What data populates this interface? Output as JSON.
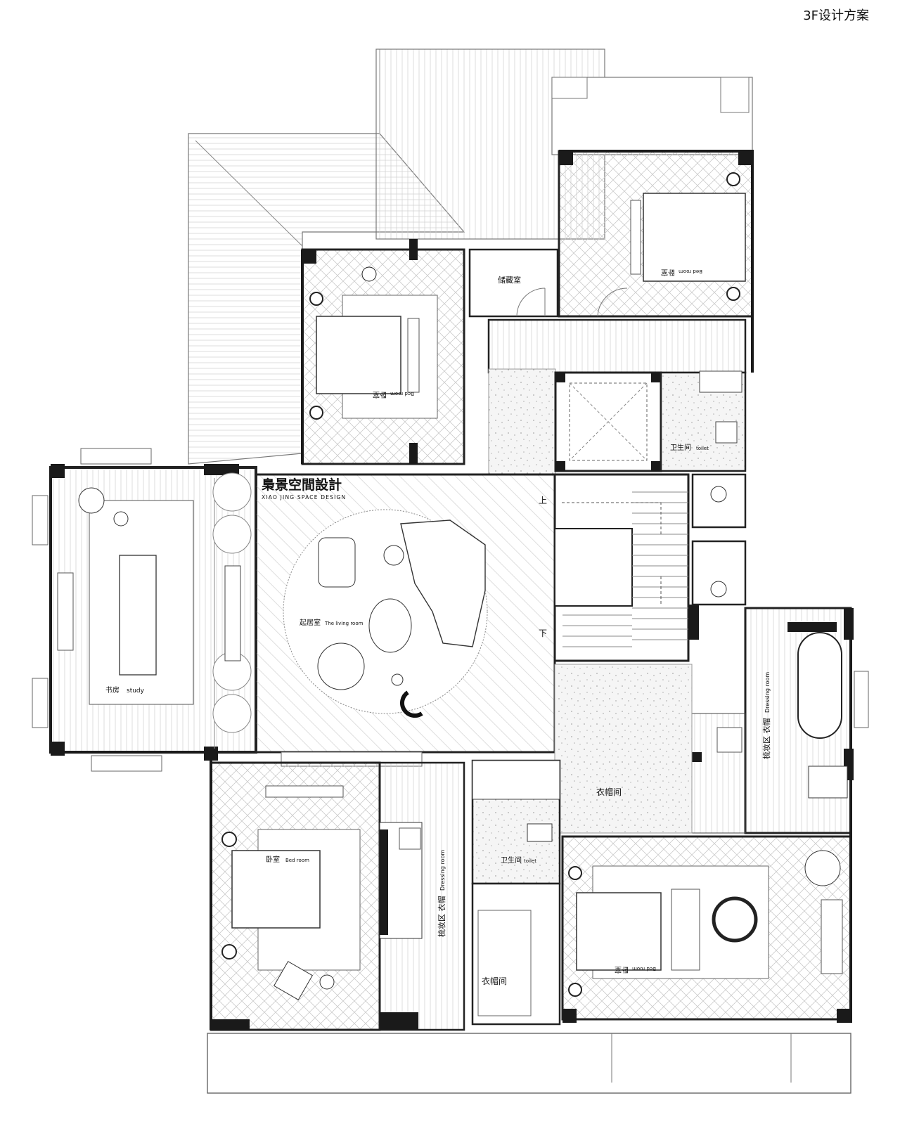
{
  "title": "3F设计方案",
  "brand": {
    "name_cn": "梟景空間設計",
    "name_en": "XIAO JING SPACE DESIGN"
  },
  "rooms": {
    "storage": "储藏室",
    "bedroom_nw": {
      "cn": "卧室",
      "en": "Bed room"
    },
    "bedroom_ne": {
      "cn": "卧室",
      "en": "Bed room"
    },
    "toilet_ne": {
      "cn": "卫生间",
      "en": "toilet"
    },
    "study": {
      "cn": "书房",
      "en": "study"
    },
    "living": {
      "cn": "起居室",
      "en": "The living room"
    },
    "stair_up": "上",
    "stair_down": "下",
    "dressing_east": {
      "cn": "梳妆区 衣帽",
      "en": "Dressing room"
    },
    "cloak_east": "衣帽间",
    "bedroom_sw": {
      "cn": "卧室",
      "en": "Bed room"
    },
    "dressing_sw": {
      "cn": "梳妆区 衣帽",
      "en": "Dressing room"
    },
    "toilet_s": {
      "cn": "卫生间",
      "en": "toilet"
    },
    "cloak_s": "衣帽间",
    "bedroom_se": {
      "cn": "卧室",
      "en": "Bed room"
    }
  },
  "colors": {
    "wall": "#1a1a1a",
    "line": "#555555",
    "hatch": "#c8c8c8",
    "floor_stone": "#f4f4f4"
  }
}
